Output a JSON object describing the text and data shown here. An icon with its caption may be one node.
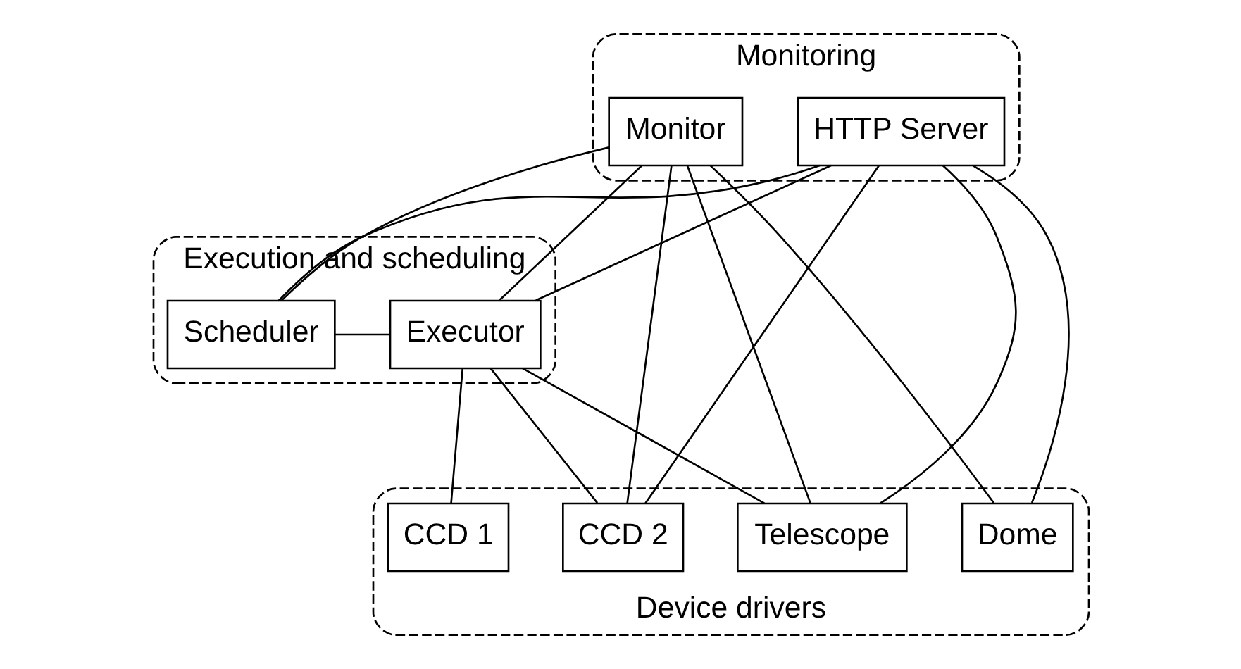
{
  "diagram": {
    "nodes": [
      {
        "text": [
          "Monitoring"
        ]
      },
      {
        "text": [
          "Monitor"
        ],
        "in": 0
      },
      {
        "text": [
          "HTTP Server"
        ],
        "in": 0
      },
      {
        "text": [
          "Execution and scheduling"
        ]
      },
      {
        "text": [
          "Executor"
        ],
        "in": 3
      },
      {
        "text": [
          "Scheduler"
        ],
        "in": 3
      },
      {
        "text": [
          "Device drivers"
        ]
      },
      {
        "text": [
          "Telescope"
        ],
        "in": 6
      },
      {
        "text": [
          "Dome"
        ],
        "in": 6
      },
      {
        "text": [
          "CCD 1"
        ],
        "in": 6
      },
      {
        "text": [
          "CCD 2"
        ],
        "in": 6
      }
    ],
    "edges": [
      {
        "from": 1,
        "to": 7,
        "arrow": "none"
      },
      {
        "from": 1,
        "to": 8,
        "arrow": "none"
      },
      {
        "from": 1,
        "to": 10,
        "arrow": "none"
      },
      {
        "from": 1,
        "to": 4,
        "arrow": "none"
      },
      {
        "from": 1,
        "to": 5,
        "arrow": "none"
      },
      {
        "from": 2,
        "to": 7,
        "arrow": "none"
      },
      {
        "from": 2,
        "to": 8,
        "arrow": "none"
      },
      {
        "from": 2,
        "to": 10,
        "arrow": "none"
      },
      {
        "from": 2,
        "to": 4,
        "arrow": "none"
      },
      {
        "from": 2,
        "to": 5,
        "arrow": "none"
      },
      {
        "from": 4,
        "to": 5,
        "arrow": "none"
      },
      {
        "from": 4,
        "to": 7,
        "arrow": "none"
      },
      {
        "from": 4,
        "to": 9,
        "arrow": "none"
      },
      {
        "from": 4,
        "to": 10,
        "arrow": "none"
      }
    ]
  }
}
